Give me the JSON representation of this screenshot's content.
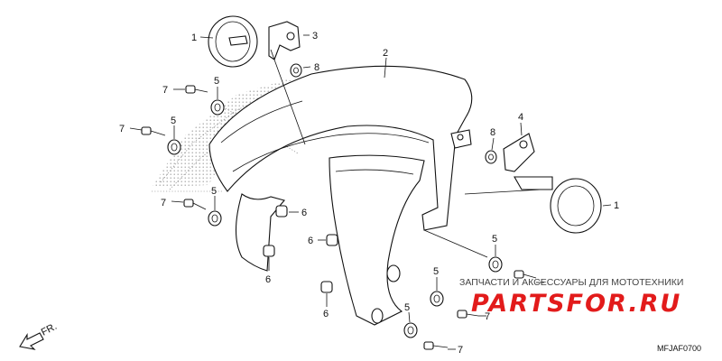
{
  "diagram": {
    "code": "MFJAF0700",
    "front_label": "FR.",
    "callouts": {
      "c1a": "1",
      "c1b": "1",
      "c2": "2",
      "c3": "3",
      "c4": "4",
      "c5a": "5",
      "c5b": "5",
      "c5c": "5",
      "c5d": "5",
      "c5e": "5",
      "c5f": "5",
      "c6a": "6",
      "c6b": "6",
      "c6c": "6",
      "c6d": "6",
      "c7a": "7",
      "c7b": "7",
      "c7c": "7",
      "c7d": "7",
      "c7e": "7",
      "c8a": "8",
      "c8b": "8"
    }
  },
  "watermark": {
    "tagline": "ЗАПЧАСТИ И АКСЕССУАРЫ ДЛЯ МОТОТЕХНИКИ",
    "logo": "PARTSFOR.RU"
  }
}
